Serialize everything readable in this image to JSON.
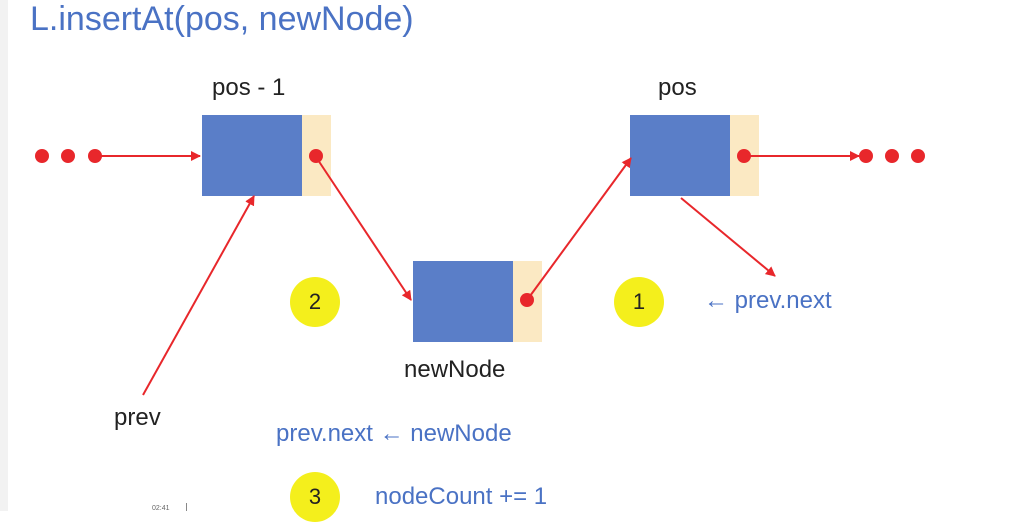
{
  "title": "L.insertAt(pos, newNode)",
  "labels": {
    "pos_minus_1": "pos - 1",
    "pos": "pos",
    "new_node": "newNode",
    "prev": "prev"
  },
  "steps": [
    {
      "number": "1",
      "text": "← prev.next"
    },
    {
      "number": "2",
      "text": "prev.next ← newNode"
    },
    {
      "number": "3",
      "text": "nodeCount += 1"
    }
  ],
  "stamp": "02:41",
  "colors": {
    "title": "#4a72c4",
    "node_data": "#5a7ec8",
    "node_pointer": "#fbe9c3",
    "arrow": "#e8272b",
    "badge": "#f4ef1c"
  }
}
